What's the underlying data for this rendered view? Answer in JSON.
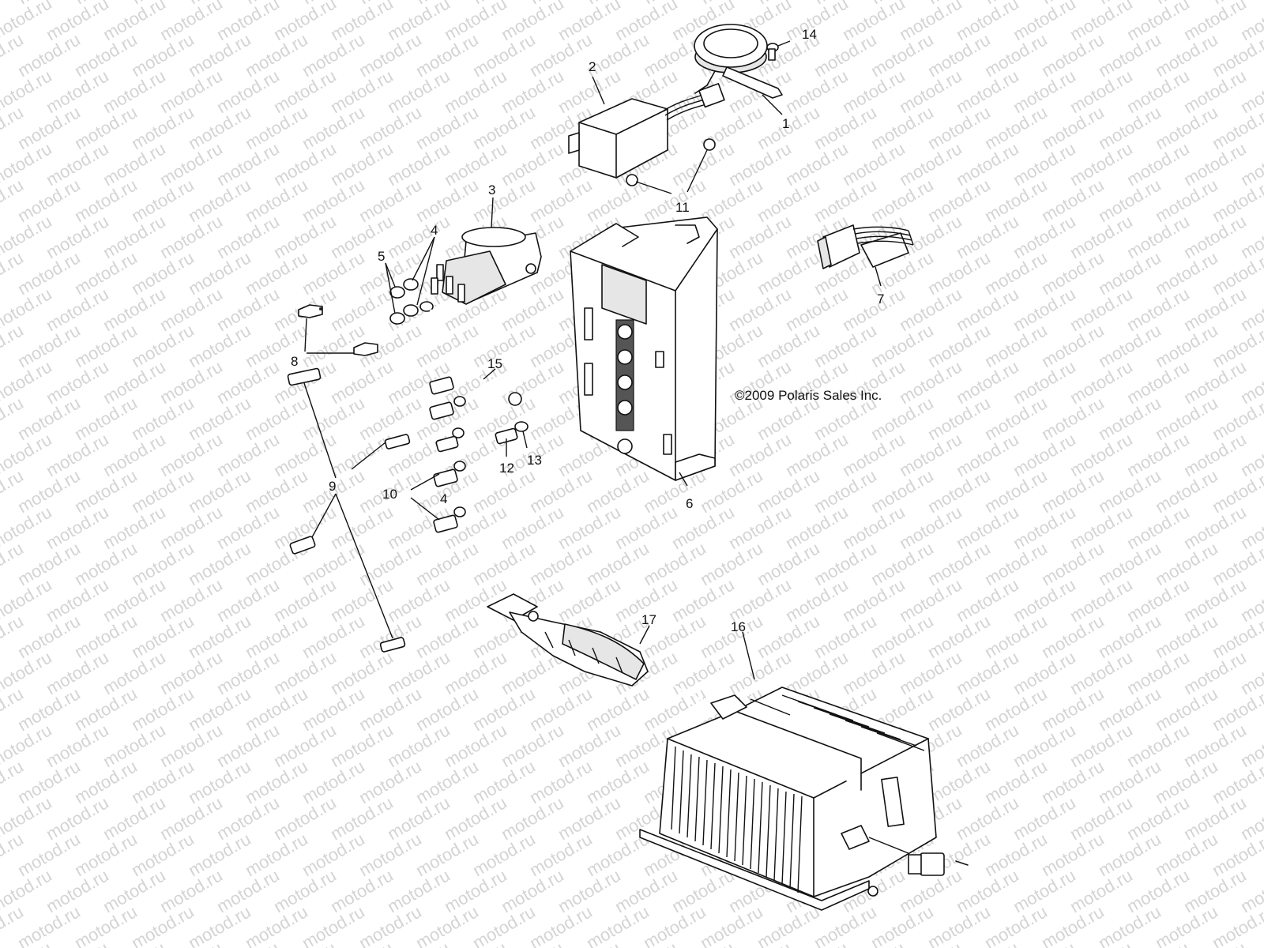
{
  "diagram": {
    "watermark": "motod.ru",
    "copyright": "©2009 Polaris Sales Inc.",
    "callouts": [
      "14",
      "2",
      "1",
      "11",
      "3",
      "4",
      "5",
      "8",
      "15",
      "9",
      "12",
      "13",
      "10",
      "4",
      "6",
      "7",
      "17",
      "16"
    ]
  }
}
